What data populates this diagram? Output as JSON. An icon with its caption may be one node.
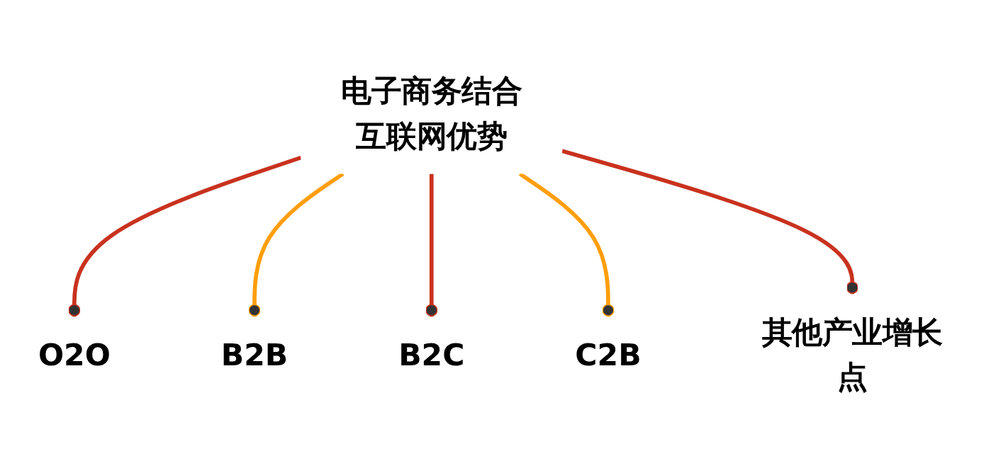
{
  "diagram": {
    "nodes": [
      {
        "text": [
          "电子商务结合互联网优势"
        ]
      },
      {
        "text": [
          "O2O"
        ]
      },
      {
        "text": [
          "B2B"
        ]
      },
      {
        "text": [
          "B2C"
        ]
      },
      {
        "text": [
          "C2B"
        ]
      },
      {
        "text": [
          "其他产业增长点"
        ]
      }
    ],
    "edges": [
      {
        "from": 0,
        "to": 1,
        "arrow": "other"
      },
      {
        "from": 0,
        "to": 2,
        "arrow": "other",
        "color": "#ff9e0b"
      },
      {
        "from": 0,
        "to": 3,
        "arrow": "other"
      },
      {
        "from": 0,
        "to": 4,
        "arrow": "other",
        "color": "#ff9e0b"
      },
      {
        "from": 0,
        "to": 5,
        "arrow": "other"
      }
    ]
  }
}
